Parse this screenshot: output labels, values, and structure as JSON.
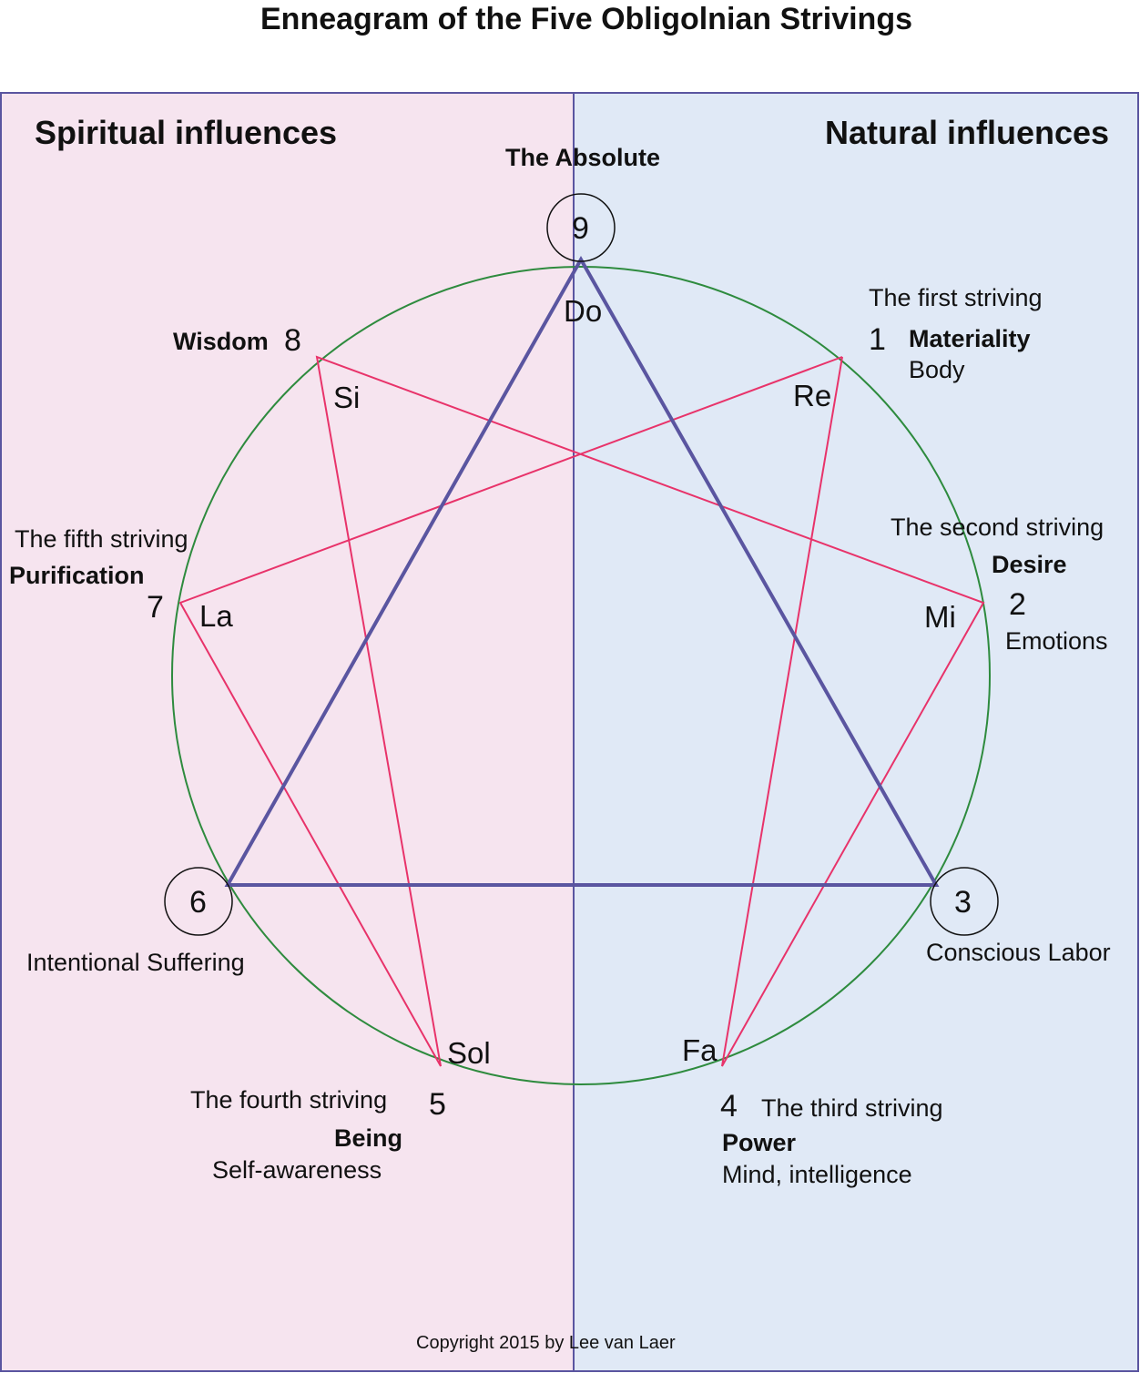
{
  "title": "Enneagram of the Five Obligolnian Strivings",
  "panels": {
    "left_label": "Spiritual influences",
    "right_label": "Natural influences",
    "left_color": "#f6e4ef",
    "right_color": "#e0e9f6",
    "border_color": "#5a55a0"
  },
  "absolute": "The Absolute",
  "points": {
    "p9": {
      "number": "9",
      "note": "Do"
    },
    "p1": {
      "number": "1",
      "note": "Re",
      "caption": "The first striving",
      "striving": "Materiality",
      "aspect": "Body"
    },
    "p2": {
      "number": "2",
      "note": "Mi",
      "caption": "The second striving",
      "striving": "Desire",
      "aspect": "Emotions"
    },
    "p3": {
      "number": "3",
      "aspect": "Conscious Labor"
    },
    "p4": {
      "number": "4",
      "note": "Fa",
      "caption": "The third striving",
      "striving": "Power",
      "aspect": "Mind, intelligence"
    },
    "p5": {
      "number": "5",
      "note": "Sol",
      "caption": "The fourth striving",
      "striving": "Being",
      "aspect": "Self-awareness"
    },
    "p6": {
      "number": "6",
      "aspect": "Intentional Suffering"
    },
    "p7": {
      "number": "7",
      "note": "La",
      "caption": "The fifth striving",
      "striving": "Purification"
    },
    "p8": {
      "number": "8",
      "note": "Si",
      "striving": "Wisdom"
    }
  },
  "colors": {
    "circle": "#2e8b3e",
    "triangle": "#5a55a0",
    "hexad": "#e8336a"
  },
  "copyright": "Copyright 2015 by Lee van Laer"
}
